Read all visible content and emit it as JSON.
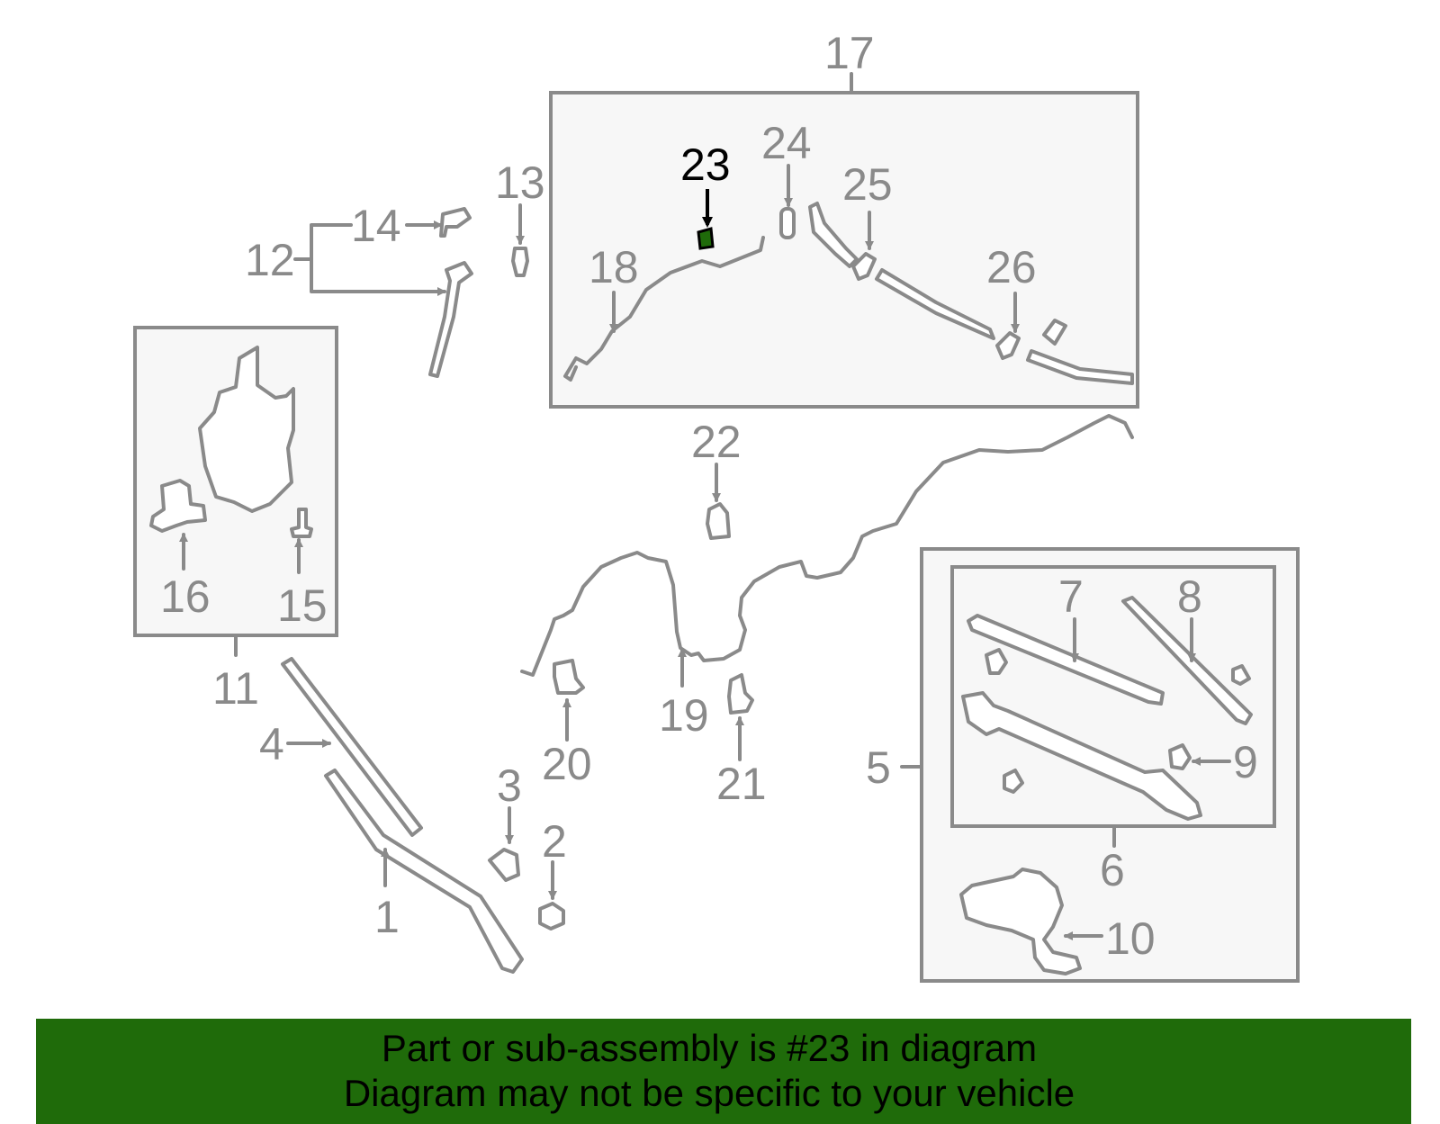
{
  "diagram": {
    "highlight_color": "#1f6b0a",
    "line_color": "#8a8a8a",
    "labels": {
      "l1": "1",
      "l2": "2",
      "l3": "3",
      "l4": "4",
      "l5": "5",
      "l6": "6",
      "l7": "7",
      "l8": "8",
      "l9": "9",
      "l10": "10",
      "l11": "11",
      "l12": "12",
      "l13": "13",
      "l14": "14",
      "l15": "15",
      "l16": "16",
      "l17": "17",
      "l18": "18",
      "l19": "19",
      "l20": "20",
      "l21": "21",
      "l22": "22",
      "l23": "23",
      "l24": "24",
      "l25": "25",
      "l26": "26"
    },
    "highlighted_part": "23"
  },
  "footer": {
    "line1": "Part or sub-assembly is #23 in diagram",
    "line2": "Diagram may not be specific to your vehicle",
    "background": "#1f6b0a"
  }
}
